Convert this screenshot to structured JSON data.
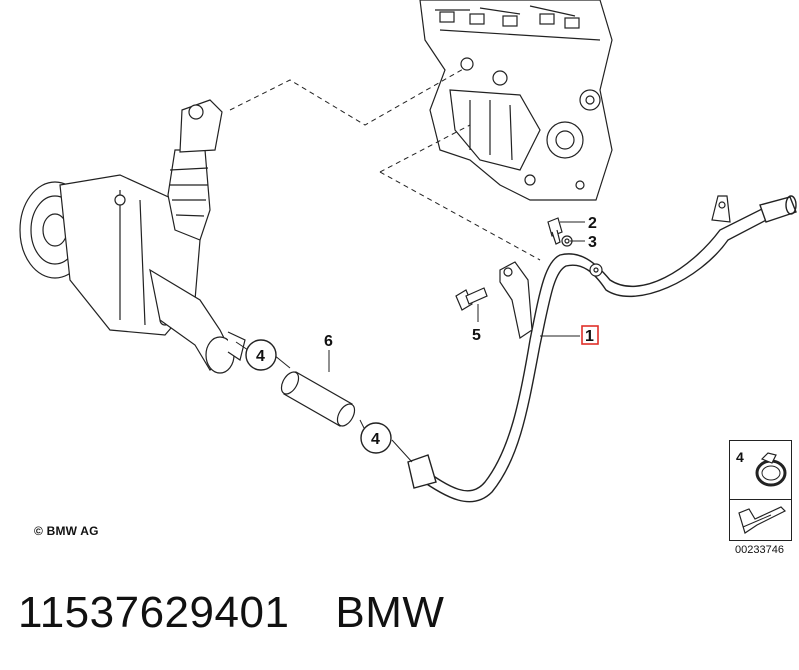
{
  "callouts": {
    "c1": "1",
    "c2": "2",
    "c3": "3",
    "c4_upper": "4",
    "c4_lower": "4",
    "c5": "5",
    "c6": "6"
  },
  "highlight_color": "#e0302a",
  "copyright": "© BMW AG",
  "legend": {
    "number": "4"
  },
  "diagram_code": "00233746",
  "footer": {
    "part_number": "11537629401",
    "brand": "BMW"
  }
}
